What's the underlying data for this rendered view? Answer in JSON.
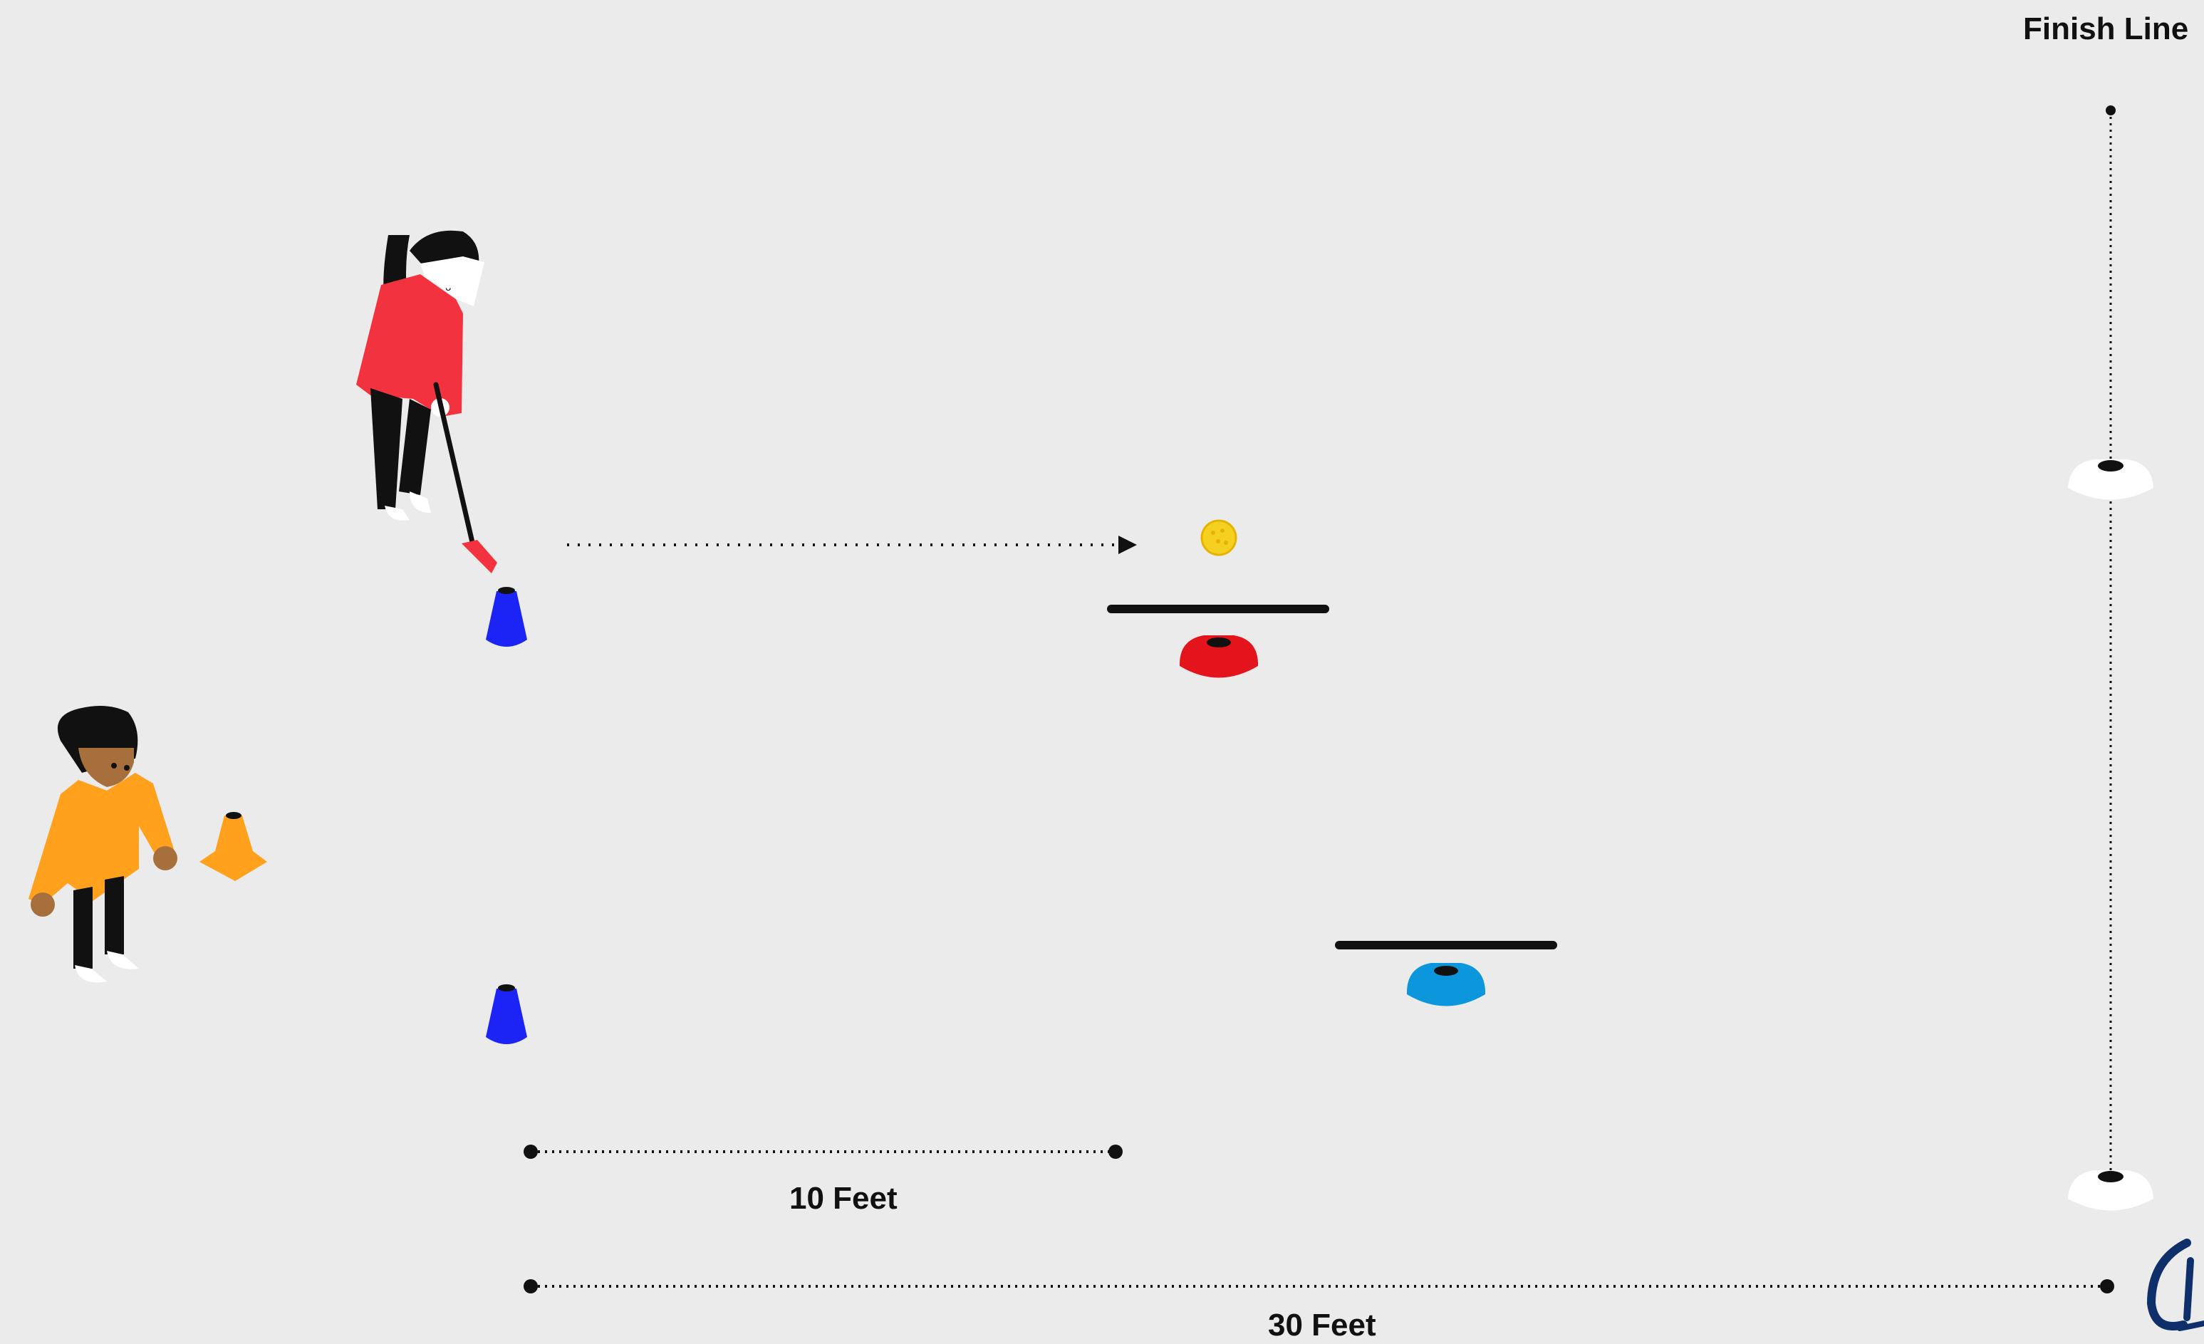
{
  "diagram": {
    "finish_label": "Finish Line",
    "short_distance_label": "10 Feet",
    "long_distance_label": "30 Feet",
    "colors": {
      "background": "#ebebeb",
      "golfer_shirt": "#f2333f",
      "coach_shirt": "#ffa11c",
      "start_cone": "#1c23f5",
      "near_target_dome": "#e3141b",
      "far_target_dome": "#0c96dc",
      "marker_cone": "#ffa11c",
      "finish_dome": "#ffffff",
      "ball": "#f5d020"
    },
    "icons": [
      "golfer-figure",
      "coach-figure",
      "golf-ball-icon",
      "putter-icon",
      "cone-icon",
      "dome-marker-icon",
      "arrow-icon"
    ]
  }
}
